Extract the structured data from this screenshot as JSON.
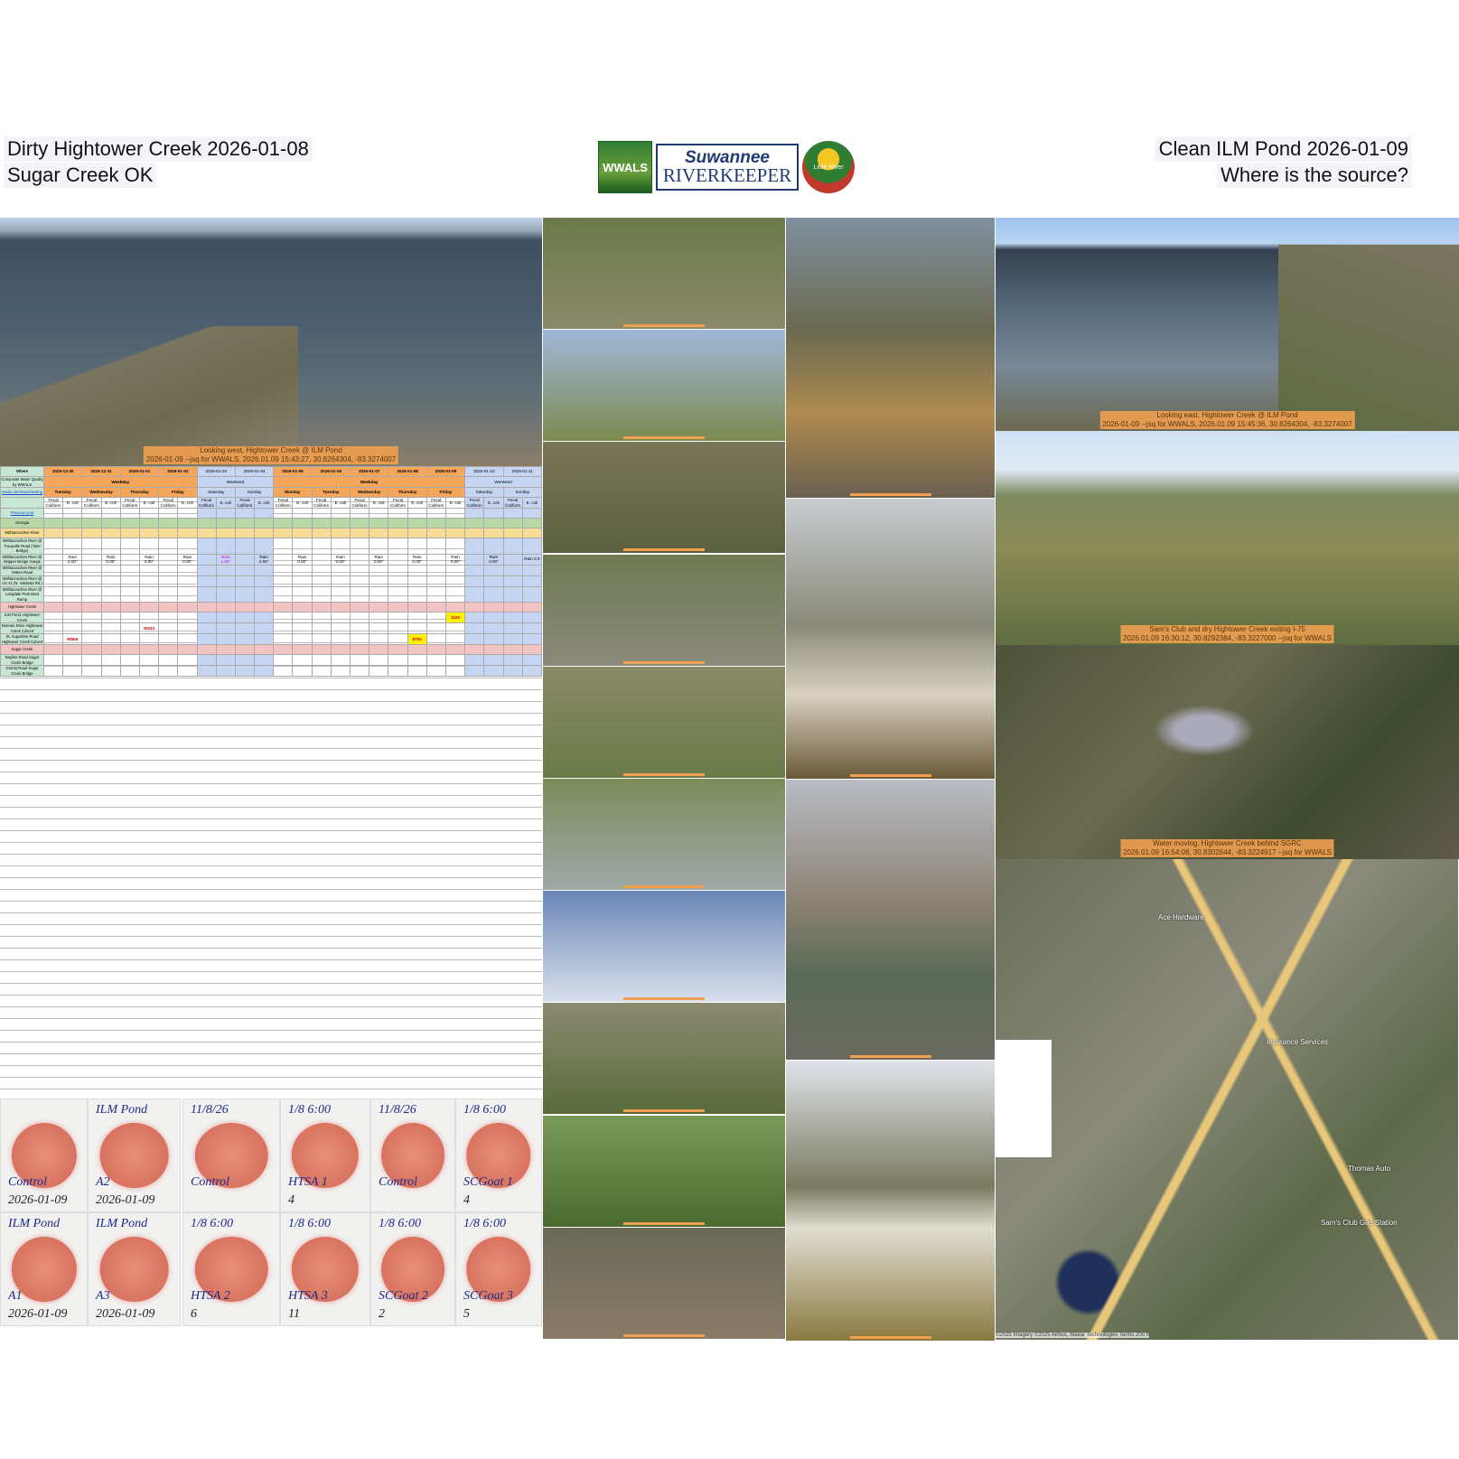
{
  "header": {
    "left_line1": "Dirty Hightower Creek 2026-01-08",
    "left_line2": "Sugar Creek OK",
    "right_line1": "Clean ILM Pond 2026-01-09",
    "right_line2": "Where is the source?"
  },
  "logos": {
    "wwals": "WWALS",
    "srk_top": "Suwannee",
    "srk_bottom": "RIVERKEEPER",
    "little_river": "Little River"
  },
  "photos": {
    "main_left": {
      "caption1": "Looking west, Hightower Creek @ ILM Pond",
      "caption2": "2026-01-09 --jsq for WWALS, 2026.01.09 15:43:27, 30.8264304, -83.3274007"
    },
    "right1": {
      "caption1": "Looking east, Hightower Creek @ ILM Pond",
      "caption2": "2026-01-09 --jsq for WWALS, 2026.01.09 15:45:36, 30.8264304, -83.3274007"
    },
    "right2": {
      "caption1": "Sam's Club and dry Hightower Creek exiting I-75",
      "caption2": "2026.01.09 16:30:12, 30.8292384, -83.3227000 --jsq for WWALS"
    },
    "right3": {
      "caption1": "Water moving, Hightower Creek behind SGRC",
      "caption2": "2026.01.09 16:54:08, 30.8302644, -83.3224917 --jsq for WWALS"
    }
  },
  "table": {
    "corner": [
      "Where",
      "Composite Water Quality by WWALS",
      "wwals.net/issues/testing"
    ],
    "dates": [
      "2025-12-30",
      "2025-12-31",
      "2026-01-01",
      "2026-01-02",
      "2026-01-03",
      "2026-01-04",
      "2026-01-05",
      "2026-01-06",
      "2026-01-07",
      "2026-01-08",
      "2026-01-09",
      "2026-01-10",
      "2026-01-11"
    ],
    "daytype": [
      "Weekday",
      "Weekend",
      "Weekday",
      "Weekend"
    ],
    "days": [
      "Tuesday",
      "Wednesday",
      "Thursday",
      "Friday",
      "Saturday",
      "Sunday",
      "Monday",
      "Tuesday",
      "Wednesday",
      "Thursday",
      "Friday",
      "Saturday",
      "Sunday"
    ],
    "sub": [
      "Fecal Coliform",
      "E. coli"
    ],
    "rows": [
      {
        "label": "Previous year",
        "type": "link"
      },
      {
        "label": "Georgia",
        "type": "g"
      },
      {
        "label": "Withlacoochee River",
        "type": "y"
      },
      {
        "label": "Withlacoochee River @ Troupville Road (Tyler Bridge)"
      },
      {
        "label": "Withlacoochee River @ Skipper Bridge Gauge",
        "rain": [
          "Rain 0.00\"",
          "Rain 0.00\"",
          "Rain 0.00\"",
          "Rain 0.00\"",
          "Rain 1.00\"",
          "Rain 0.00\"",
          "Rain 0.00\"",
          "Rain 0.00\"",
          "Rain 0.00\"",
          "Rain 0.00\"",
          "Rain 0.00\"",
          "Rain 0.00\"",
          "Rain 0.0"
        ]
      },
      {
        "label": "Withlacoochee River @ Staten Road"
      },
      {
        "label": "Withlacoochee River @ US 41 (N. Valdosta Rd.)"
      },
      {
        "label": "Withlacoochee River @ Langdale Park Boat Ramp"
      },
      {
        "label": "Hightower Creek",
        "type": "r"
      },
      {
        "label": "ILM Pond, Hightower Creek",
        "cells": {
          "10": "1100"
        },
        "hi": true
      },
      {
        "label": "Norman Drive Hightower Creek Culvert",
        "cells": {
          "2": "W533"
        }
      },
      {
        "label": "St. Augustine Road Hightower Creek Culvert",
        "cells": {
          "0": "W566",
          "9": "8700"
        },
        "hicol": 9
      },
      {
        "label": "Sugar Creek",
        "type": "r"
      },
      {
        "label": "Bayline Road Sugar Creek Bridge"
      },
      {
        "label": "Gornto Road Sugar Creek Bridge"
      }
    ]
  },
  "petri": [
    {
      "top": "",
      "label": "Control",
      "date": "2026-01-09"
    },
    {
      "top": "ILM Pond",
      "label": "A2",
      "date": "2026-01-09"
    },
    {
      "top": "11/8/26",
      "label": "Control",
      "date": ""
    },
    {
      "top": "1/8 6:00",
      "label": "HTSA 1",
      "date": "4"
    },
    {
      "top": "11/8/26",
      "label": "Control",
      "date": ""
    },
    {
      "top": "1/8 6:00",
      "label": "SCGoat 1",
      "date": "4"
    },
    {
      "top": "ILM Pond",
      "label": "A1",
      "date": "2026-01-09"
    },
    {
      "top": "ILM Pond",
      "label": "A3",
      "date": "2026-01-09"
    },
    {
      "top": "1/8 6:00",
      "label": "HTSA 2",
      "date": "6"
    },
    {
      "top": "1/8 6:00",
      "label": "HTSA 3",
      "date": "11"
    },
    {
      "top": "1/8 6:00",
      "label": "SCGoat 2",
      "date": "2"
    },
    {
      "top": "1/8 6:00",
      "label": "SCGoat 3",
      "date": "5"
    }
  ],
  "map": {
    "labels": [
      "Sam's Club Gas Station",
      "Thomas Auto",
      "Insurance Services",
      "Ace Hardware"
    ],
    "attribution": "©2025 Imagery ©2025 Airbus, Maxar Technologies   Terms   200 ft"
  },
  "colors": {
    "orange": "#f5a65b",
    "weekend": "#c5d5f2",
    "georgia": "#b8d8a8",
    "river": "#f6dc95",
    "creek": "#f3c4c4",
    "highlight": "#ffef00"
  }
}
